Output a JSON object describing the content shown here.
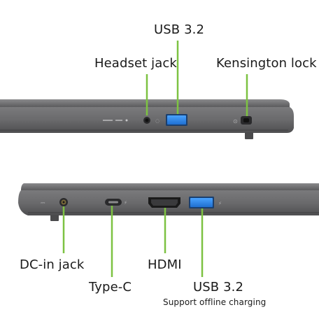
{
  "colors": {
    "callout": "#7dc242",
    "chassis": "#6b6b6d",
    "chassis_dark": "#4c4c4e",
    "usb_blue": "#2f86e6"
  },
  "top_view": {
    "labels": {
      "usb": "USB 3.2",
      "headset": "Headset jack",
      "kensington": "Kensington lock"
    }
  },
  "bottom_view": {
    "labels": {
      "dc_in": "DC-in jack",
      "type_c": "Type-C",
      "hdmi": "HDMI",
      "usb": "USB 3.2",
      "usb_note": "Support offline charging"
    }
  }
}
